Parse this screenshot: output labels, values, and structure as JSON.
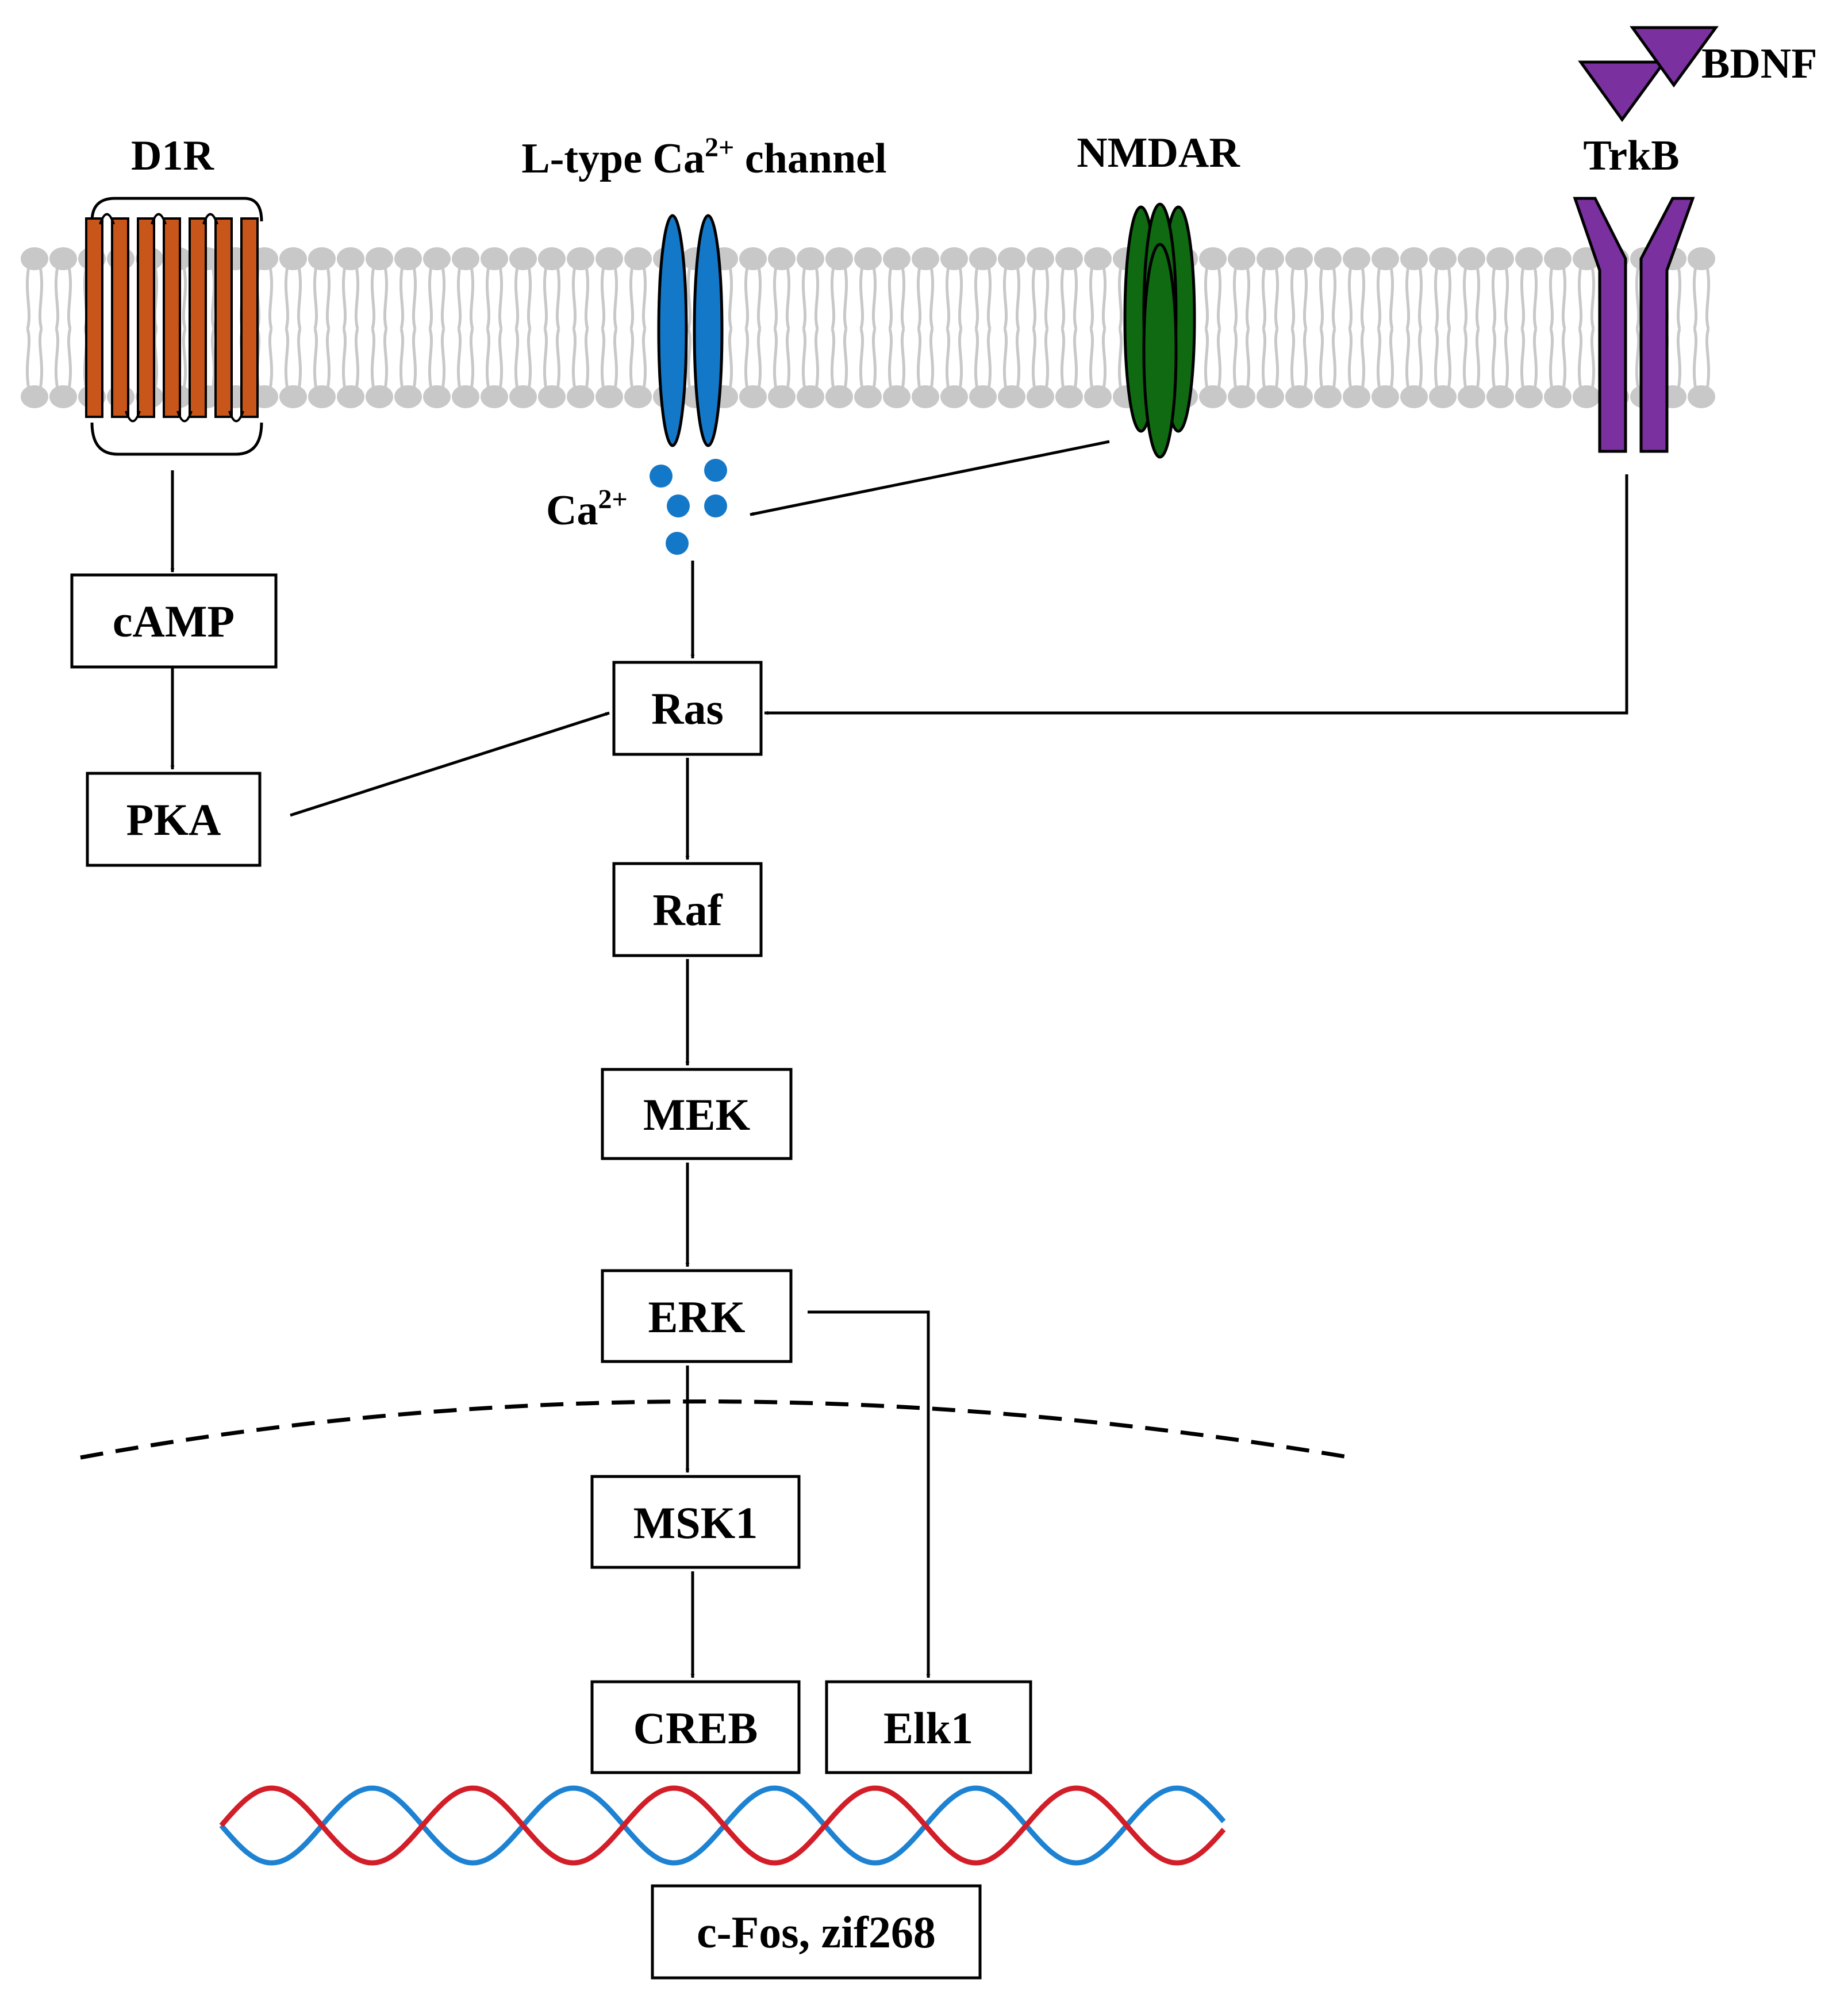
{
  "receptors": {
    "d1r": "D1R",
    "ltype_prefix": "L-type Ca",
    "ltype_sup": "2+",
    "ltype_suffix": " channel",
    "nmdar": "NMDAR",
    "trkb": "TrkB",
    "bdnf": "BDNF"
  },
  "calcium": {
    "symbol": "Ca",
    "charge": "2+"
  },
  "nodes": {
    "camp": "cAMP",
    "pka": "PKA",
    "ras": "Ras",
    "raf": "Raf",
    "mek": "MEK",
    "erk": "ERK",
    "msk1": "MSK1",
    "creb": "CREB",
    "elk1": "Elk1",
    "genes": "c-Fos, zif268"
  },
  "colors": {
    "d1r": "#C8561A",
    "ltype": "#1478C8",
    "nmdar": "#0F6A12",
    "trkb": "#7B30A0",
    "membrane": "#C8C8C8",
    "dna_red": "#D21E28",
    "dna_blue": "#1E82D2"
  }
}
